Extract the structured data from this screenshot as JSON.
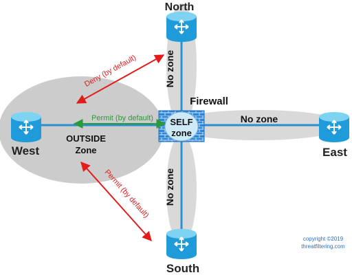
{
  "nodes": {
    "north": "North",
    "south": "South",
    "east": "East",
    "west": "West"
  },
  "zones": {
    "firewall": "Firewall",
    "self_line1": "SELF",
    "self_line2": "zone",
    "outside_line1": "OUTSIDE",
    "outside_line2": "Zone",
    "no_zone_north": "No zone",
    "no_zone_east": "No zone",
    "no_zone_south": "No zone"
  },
  "arrows": {
    "deny": "Deny (by default)",
    "permit_west": "Permit (by default)",
    "permit_south": "Permit (by default)"
  },
  "copyright": {
    "line1": "copyright ©2019",
    "line2": "threatfiltering.com"
  },
  "colors": {
    "link": "#2a8fcf",
    "router_fill": "#22a7e0",
    "router_top": "#7fd3f2",
    "zone_gray": "#d9d9d9",
    "outside_gray": "#cccccc",
    "deny": "#e31b1b",
    "permit_west": "#2a9a3a",
    "permit_south": "#e31b1b",
    "firewall": "#2f86d6",
    "self_zone": "#cfeaf7",
    "copyright": "#2a6fbf"
  }
}
